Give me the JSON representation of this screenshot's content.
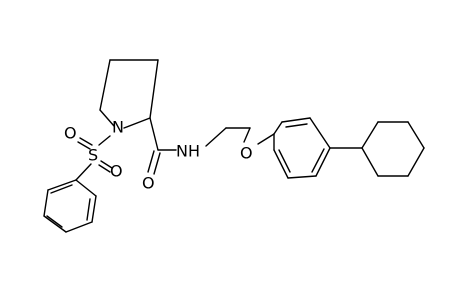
{
  "molecule": {
    "atoms": {
      "N_ring": "N",
      "S": "S",
      "O_sulfonyl_top": "O",
      "O_sulfonyl_right": "O",
      "O_carbonyl": "O",
      "NH_amide": "NH",
      "O_ether": "O"
    },
    "colors": {
      "bond": "#000000",
      "label": "#000000",
      "background": "#ffffff"
    }
  }
}
